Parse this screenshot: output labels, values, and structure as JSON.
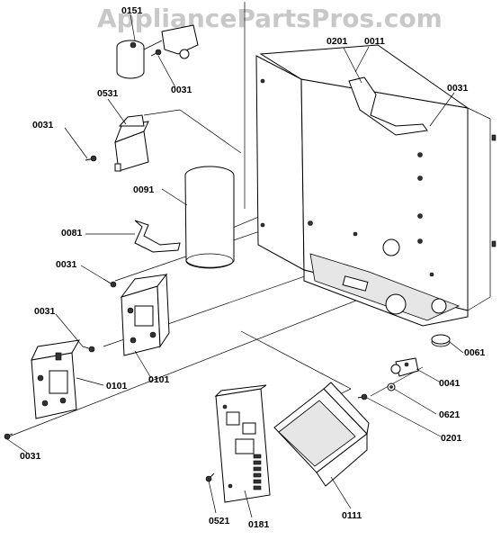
{
  "watermark": "AppliancePartsPros.com",
  "labels": {
    "l0151": "0151",
    "l0201_top": "0201",
    "l0011": "0011",
    "l0031_a": "0031",
    "l0531": "0531",
    "l0031_b": "0031",
    "l0031_c": "0031",
    "l0091": "0091",
    "l0081": "0081",
    "l0031_d": "0031",
    "l0031_e": "0031",
    "l0101_a": "0101",
    "l0101_b": "0101",
    "l0031_f": "0031",
    "l0061": "0061",
    "l0041": "0041",
    "l0621": "0621",
    "l0201_bot": "0201",
    "l0521": "0521",
    "l0181": "0181",
    "l0111": "0111"
  }
}
